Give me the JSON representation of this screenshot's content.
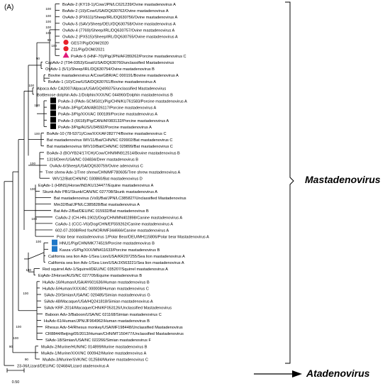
{
  "panel_label": "(A)",
  "clade_labels": {
    "mastadenovirus": "Mastadenovirus",
    "atadenovirus": "Atadenovirus"
  },
  "scale_bar": "0.50",
  "colors": {
    "red_marker": "#e8222a",
    "magenta_marker": "#e0197a",
    "black_marker": "#000000",
    "blue_marker": "#1f78c8",
    "line": "#000000"
  },
  "bootstrap": [
    "100",
    "100",
    "100",
    "100",
    "100",
    "90",
    "100",
    "90",
    "100",
    "100",
    "100",
    "100",
    "100",
    "100",
    "100",
    "100",
    "100",
    "100",
    "100",
    "90",
    "90"
  ],
  "taxa": [
    {
      "label": "BoAdv-2 (KY19-1)/Cow/JPN/LC621239/Ovine mastadenovirus A",
      "marker": ""
    },
    {
      "label": "BoAdv-2 (19)/Cow/USA/DQ630762/Ovine mastadenovirus A",
      "marker": ""
    },
    {
      "label": "OvAdv-3 (PX611)/Sheep/IRL/DQ630756/Ovine mastadenovirus A",
      "marker": ""
    },
    {
      "label": "OvAdv-5 (SAV)/Sheep/DEU/DQ630758/Ovine mastadenovirus A",
      "marker": ""
    },
    {
      "label": "OvAdv-4 (7769)/Sheep/IRL/DQ630757/Ovine mastadenovirus A",
      "marker": ""
    },
    {
      "label": "OvAdv-2 (PX515)/Sheep/IRL/DQ630755/Ovine mastadenovirus A",
      "marker": ""
    },
    {
      "label": "GES7/Pig/DOM/2020",
      "marker": "red_circle"
    },
    {
      "label": "Z11/Pig/DOM/2021",
      "marker": "red_circle"
    },
    {
      "label": "PoAdv-5 (HNF-70)/Pig/JPN/AF289262/Porcine mastadenovirus C",
      "marker": "magenta_triangle"
    },
    {
      "label": "CapAdv-2 (T94-0353)/Goat/USA/DQ630760/unclassified Mastadenovirus",
      "marker": ""
    },
    {
      "label": "OvAdv-1 (5/1)/Sheep/IRL/DQ630754/Ovine mastadenovirus B",
      "marker": ""
    },
    {
      "label": "Bovine mastadenovirus A/Cow/GBR/AC 000191/Bovine mastadenovirus A",
      "marker": ""
    },
    {
      "label": "BoAdv-1 (10)/Cow/USA/DQ630761/Bovine mastadenovirus A",
      "marker": ""
    },
    {
      "label": "Alpaca Adv CA2007/Alpaca/USA/GQ499375/unclassified Mastadenovirus",
      "marker": ""
    },
    {
      "label": "Bottlenose dolphin Adv-1/Dolphin/XXX/NC 044960/Dolphin mastadenovirus B",
      "marker": ""
    },
    {
      "label": "PoAdv-3 (PAdv-SCMS01)/Pig/CHN/KU761583/Porcine mastadenovirus A",
      "marker": "black_square"
    },
    {
      "label": "PoAdv-3/Pig/CAN/AB026117/Porcine mastadenovirus A",
      "marker": "black_square"
    },
    {
      "label": "PoAdv-3/Pig/XXX/AC 000189/Porcine mastadenovirus A",
      "marker": "black_square"
    },
    {
      "label": "PoAdv-3 (6618)/Pig/CAN/AF083132/Porcine mastadenovirus A",
      "marker": "black_square"
    },
    {
      "label": "PoAdv-3/Pig/AUS/U34592/Porcine mastadenovirus A",
      "marker": "black_square"
    },
    {
      "label": "BoAdv-10 (78-5371)/Cow/XXX/AF282774/Bovine mastadenovirus C",
      "marker": ""
    },
    {
      "label": "Bat mastadenovirus WIV11/Bat/CHN/NC 029902/Bat mastadenovirus C",
      "marker": ""
    },
    {
      "label": "Bat mastadenovirus WIV10/Bat/CHN/NC 029899/Bat mastadenovirus C",
      "marker": ""
    },
    {
      "label": "BoAdv-3 (BO/YB24/17/CH)/Cow/CHN/MN912514/Bovine mastadenovirus B",
      "marker": ""
    },
    {
      "label": "1319/Deer/USA/NC 034834/Deer mastadenovirus B",
      "marker": ""
    },
    {
      "label": "OvAdv-6/Sheep/USA/DQ630759/Ovine adenovirus C",
      "marker": ""
    },
    {
      "label": "Tree shrew Adv-1/Tree shrew/CHN/MF780605/Tree shrew mastadenovirus A",
      "marker": ""
    },
    {
      "label": "WIV12/Bat/CHN/NC 030860/Bat mastadenovirus D",
      "marker": ""
    },
    {
      "label": "EqAdv-1 (H9NS)/Horse/IND/KU134477/Equine mastadenovirus A",
      "marker": ""
    },
    {
      "label": "Skunk Adv PB1/Skunk/CAN/NC 027708/Skunk mastadenovirus A",
      "marker": ""
    },
    {
      "label": "Bat mastadenovirus (Vs9)/Bat/JPN/LC385827/Unclassified Mastadenovirus",
      "marker": ""
    },
    {
      "label": "Mm32/Bat/JPN/LC385828/Bat mastadenovirus A",
      "marker": ""
    },
    {
      "label": "Bat Adv-2/Bat/DEU/NC 015932/Bat mastadenovirus B",
      "marker": ""
    },
    {
      "label": "CaAdv-2 (CH-HN-1902)/Dog/CHN/MN402898/Canine mastadenovirus A",
      "marker": ""
    },
    {
      "label": "CaAdv-1 (CCC-V6)/Dog/CHN/EF559262/Canine mastadenovirus A",
      "marker": ""
    },
    {
      "label": "602-07-2008/Red fox/NOR/MF344666/Canine mastadenovirus A",
      "marker": ""
    },
    {
      "label": "Polar bear mastadenovirus 1/Polar Bear/DEU/MH115806/Polar bear Mastadenovirus A",
      "marker": ""
    },
    {
      "label": "HNU1/Pig/CHN/MK774519/Porcine mastadenovirus B",
      "marker": "blue_square"
    },
    {
      "label": "Kasza vS/Pig/XXX/MN411633/Porcine mastadenovirus B",
      "marker": "blue_square"
    },
    {
      "label": "California sea lion Adv-1/Sea Lion/USA/KR297255/Sea lion mastadenovirus A",
      "marker": ""
    },
    {
      "label": "California sea lion Adv-1/Sea Lion/USA/JX563221/Sea lion mastadenovirus A",
      "marker": ""
    },
    {
      "label": "Red squirrel Adv-1/Squirrel/DEU/NC 035207/Squirrel mastadenovirus A",
      "marker": ""
    },
    {
      "label": "EqAdv-2/Horse/AUS/NC 027705/Equine mastadenovirus B",
      "marker": ""
    },
    {
      "label": "HuAdv-16/Human/USA/AY601636/Human mastadenovirus B",
      "marker": ""
    },
    {
      "label": "HuAdv-5/Human/XXX/AC 000008/Human mastadenovirus C",
      "marker": ""
    },
    {
      "label": "SiAdv-20/Simian/USA/NC 020485/Simian mastadenovirus G",
      "marker": ""
    },
    {
      "label": "SiAdv-48/Macaque/USA/HQ241818/Simian mastadenovirus A",
      "marker": ""
    },
    {
      "label": "SiAdv KRF-2014/Macaque/CHN/KF053126/Unclassified Mastadenovirus",
      "marker": ""
    },
    {
      "label": "Baboon Adv-3/Baboon/USA/NC 021168/Simian mastadenovirus C",
      "marker": ""
    },
    {
      "label": "HuAdv-61/Human/JPN/JF964962/Human mastadenovirus B",
      "marker": ""
    },
    {
      "label": "Rhesus Adv-54/Rhesus monkey/USA/MF198448/Unclassified Mastadenovirus",
      "marker": ""
    },
    {
      "label": "CR8844/Beijing/05/2013/Human/CHN/MT150477/Unclassified Mastadenovirus",
      "marker": ""
    },
    {
      "label": "SiAdv-18/Simian/USA/NC 022266/Simian mastadenovirus F",
      "marker": ""
    },
    {
      "label": "MuAdv-2/Murine/HUN/NC 014899/Murine mastadenovirus B",
      "marker": ""
    },
    {
      "label": "MuAdv-1/Murine/XXX/NC 000942/Murine mastadenovirus A",
      "marker": ""
    },
    {
      "label": "MuAdv-3/Murine/SVK/NC 012584/Murine mastadenovirus C",
      "marker": ""
    },
    {
      "label": "23-06/Lizard/DEU/NC 024684/Lizard atadenovirus A",
      "marker": ""
    }
  ]
}
